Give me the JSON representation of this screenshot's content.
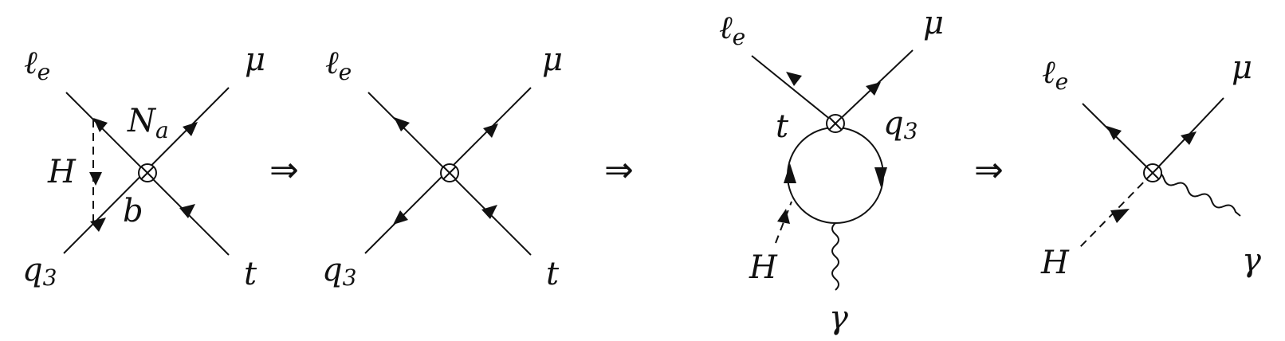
{
  "implies_symbol": "⇒",
  "labels": {
    "le": "ℓ",
    "le_sub": "e",
    "mu": "μ",
    "q3": "q",
    "q3_sub": "3",
    "t": "t",
    "H": "H",
    "Na": "N",
    "Na_sub": "a",
    "b": "b",
    "gamma": "γ"
  }
}
